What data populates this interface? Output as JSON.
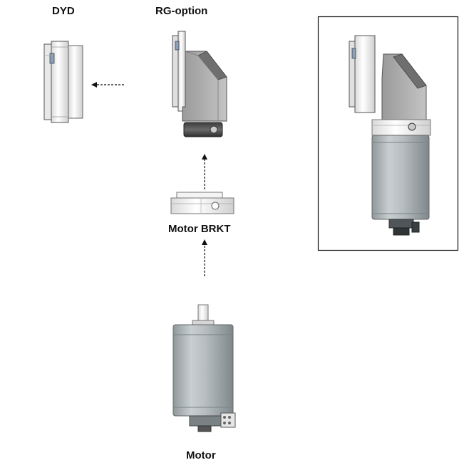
{
  "labels": {
    "dyd": "DYD",
    "rg_option": "RG-option",
    "motor_brkt": "Motor BRKT",
    "motor": "Motor"
  }
}
